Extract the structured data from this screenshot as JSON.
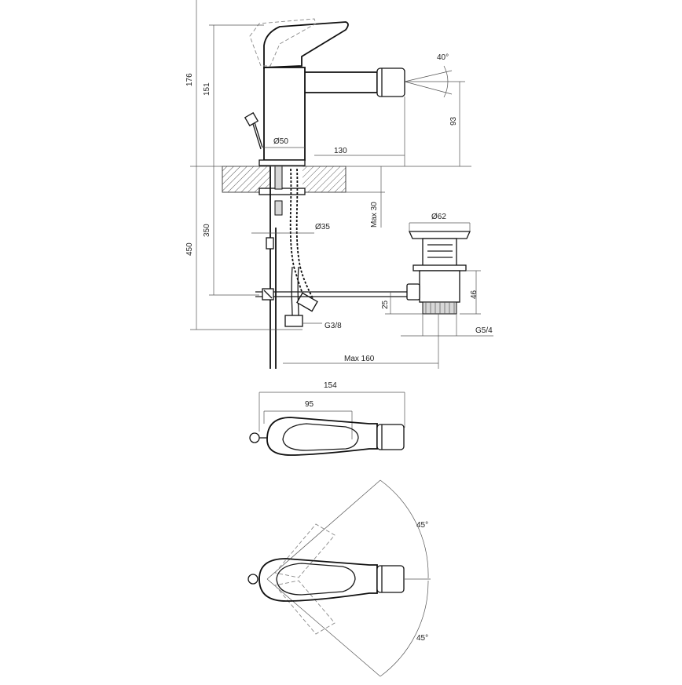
{
  "dimensions": {
    "side_view": {
      "total_height": "176",
      "spout_height": "151",
      "jet_angle": "40°",
      "jet_height": "93",
      "body_diameter": "Ø50",
      "spout_reach": "130",
      "below_counter": "350",
      "total_below": "450",
      "max_deck": "Max 30",
      "hole_diameter": "Ø35",
      "hose_thread": "G3/8",
      "waste_top_diameter": "Ø62",
      "waste_height": "46",
      "rod_offset": "25",
      "waste_thread": "G5/4",
      "rod_length": "Max 160"
    },
    "top_view": {
      "overall_length": "154",
      "lever_length": "95"
    },
    "rotation_view": {
      "angle_up": "45°",
      "angle_down": "45°"
    }
  }
}
